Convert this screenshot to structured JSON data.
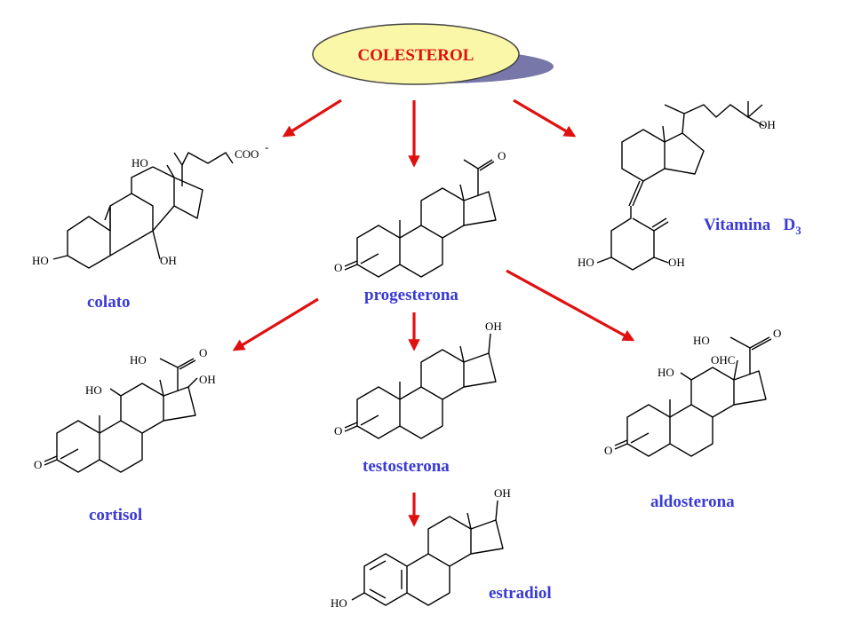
{
  "title": "COLESTEROL",
  "colors": {
    "arrow": "#e01010",
    "label": "#3a3ad6",
    "title": "#e01010",
    "ellipse": "#fbf7a8",
    "shadow": "#7777aa"
  },
  "labels": {
    "colato": "colato",
    "progesterona": "progesterona",
    "vitamina": "Vitamina",
    "d3_base": "D",
    "d3_sub": "3",
    "cortisol": "cortisol",
    "testosterona": "testosterona",
    "aldosterona": "aldosterona",
    "estradiol": "estradiol"
  },
  "atoms": {
    "ho": "HO",
    "oh": "OH",
    "o": "O",
    "coo": "COO",
    "minus": "-",
    "ohc": "OHC"
  }
}
